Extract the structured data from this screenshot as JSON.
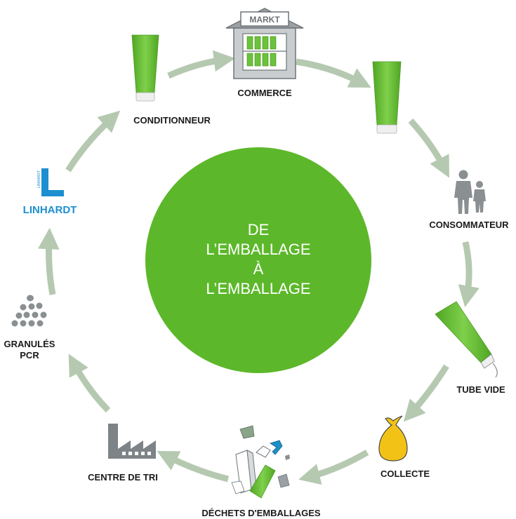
{
  "center": {
    "line1": "DE",
    "line2": "L’EMBALLAGE",
    "line3": "À",
    "line4": "L’EMBALLAGE"
  },
  "stages": {
    "conditionneur": "CONDITIONNEUR",
    "commerce": "COMMERCE",
    "consommateur": "CONSOMMATEUR",
    "tube_vide": "TUBE VIDE",
    "collecte": "COLLECTE",
    "dechets": "DÉCHETS D'EMBALLAGES",
    "centre_de_tri": "CENTRE DE TRI",
    "granules_line1": "GRANULÉS",
    "granules_line2": "PCR"
  },
  "logo": {
    "name": "LINHARDT",
    "vertical_text": "LINHARDT"
  },
  "shop_sign": "MARKT",
  "colors": {
    "green": "#5cb82a",
    "tube_green": "#6cc23a",
    "arrow": "#b5c9b0",
    "icon_gray": "#7d8386",
    "logo_blue": "#1d8fd0",
    "bag_yellow": "#f2c316"
  },
  "icons": [
    "tube-icon",
    "shop-icon",
    "people-icon",
    "empty-tube-icon",
    "garbage-bag-icon",
    "waste-icon",
    "factory-icon",
    "pellets-icon",
    "linhardt-logo"
  ]
}
